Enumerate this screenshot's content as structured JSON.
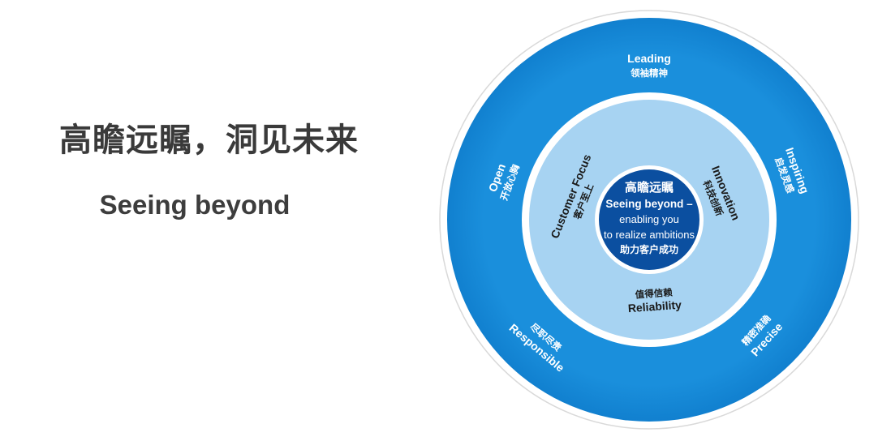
{
  "headline": "高瞻远瞩，洞见未来",
  "subline": "Seeing beyond",
  "core": {
    "line1": "高瞻远瞩",
    "line2": "Seeing beyond –",
    "line3": "enabling you",
    "line4": "to realize ambitions",
    "line5": "助力客户成功"
  },
  "inner_ring": {
    "left": {
      "en": "Customer Focus",
      "zh": "客户至上"
    },
    "right": {
      "en": "Innovation",
      "zh": "科技创新"
    },
    "bottom": {
      "en": "Reliability",
      "zh": "值得信赖"
    }
  },
  "outer_ring": {
    "top": {
      "en": "Leading",
      "zh": "领袖精神"
    },
    "left": {
      "en": "Open",
      "zh": "开放心胸"
    },
    "right": {
      "en": "Inspiring",
      "zh": "启发灵感"
    },
    "bottom_left": {
      "en": "Responsible",
      "zh": "尽职尽责"
    },
    "bottom_right": {
      "en": "Precise",
      "zh": "精密准确"
    }
  },
  "colors": {
    "outer": "#1589d6",
    "inner": "#a7d3f2",
    "core": "#0b4fa0",
    "core_border": "#ffffff",
    "text_dark": "#3a3a3a"
  }
}
